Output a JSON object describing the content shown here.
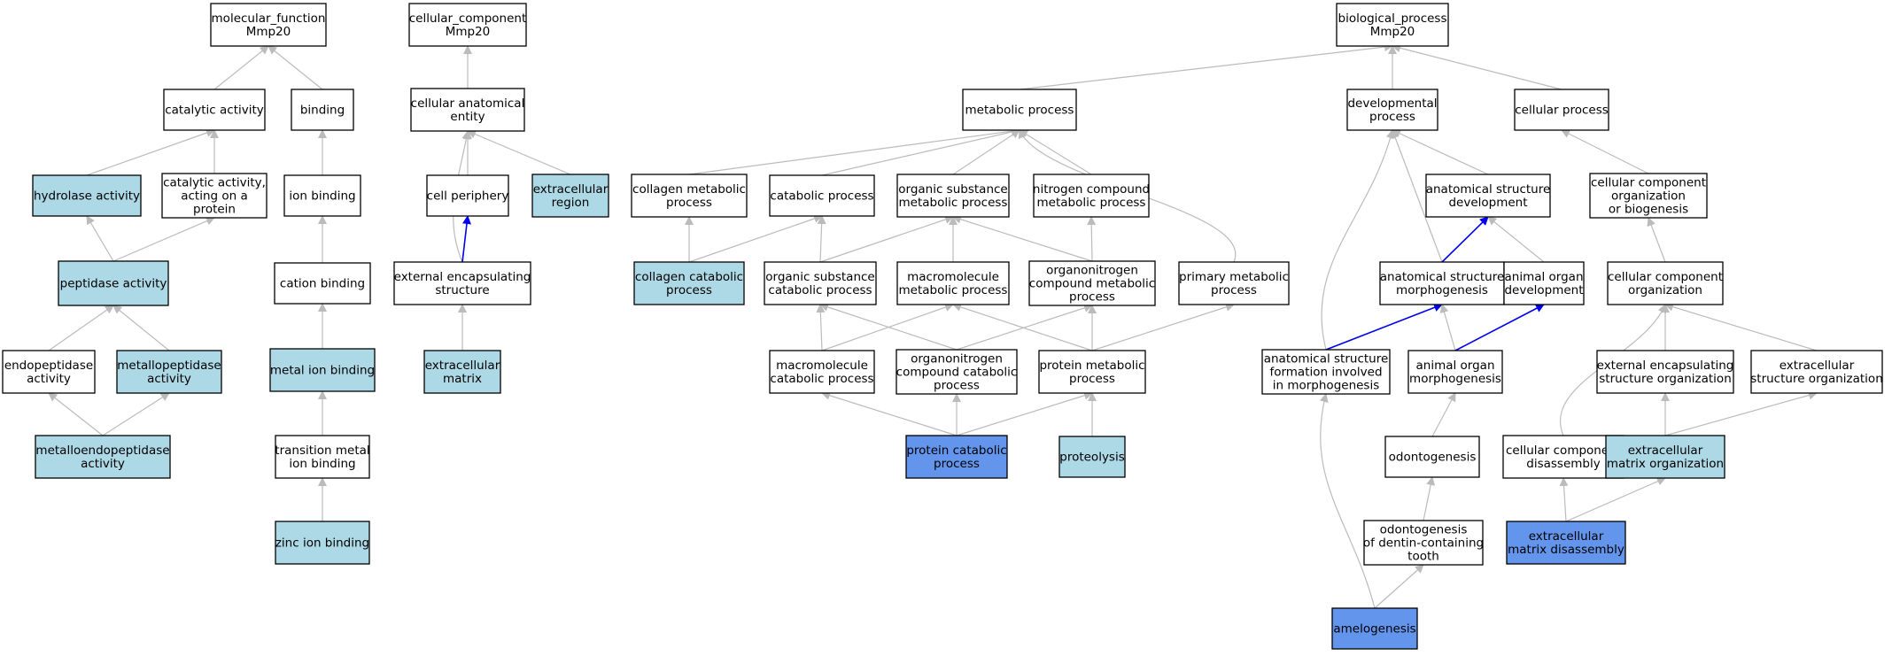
{
  "colors": {
    "default_fill": "#ffffff",
    "light_fill": "#add8e6",
    "dark_fill": "#6495ed",
    "edge_gray": "#bbbbbb",
    "edge_blue": "#0000ee"
  },
  "nodes": [
    {
      "id": "mf_root",
      "lines": [
        "molecular_function",
        "Mmp20"
      ],
      "fill": "white"
    },
    {
      "id": "catalytic_activity",
      "lines": [
        "catalytic activity"
      ],
      "fill": "white"
    },
    {
      "id": "binding",
      "lines": [
        "binding"
      ],
      "fill": "white"
    },
    {
      "id": "hydrolase_activity",
      "lines": [
        "hydrolase activity"
      ],
      "fill": "light"
    },
    {
      "id": "catalytic_activity_protein",
      "lines": [
        "catalytic activity,",
        "acting on a",
        "protein"
      ],
      "fill": "white"
    },
    {
      "id": "ion_binding",
      "lines": [
        "ion binding"
      ],
      "fill": "white"
    },
    {
      "id": "peptidase_activity",
      "lines": [
        "peptidase activity"
      ],
      "fill": "light"
    },
    {
      "id": "cation_binding",
      "lines": [
        "cation binding"
      ],
      "fill": "white"
    },
    {
      "id": "endopeptidase_activity",
      "lines": [
        "endopeptidase",
        "activity"
      ],
      "fill": "white"
    },
    {
      "id": "metallopeptidase_activity",
      "lines": [
        "metallopeptidase",
        "activity"
      ],
      "fill": "light"
    },
    {
      "id": "metal_ion_binding",
      "lines": [
        "metal ion binding"
      ],
      "fill": "light"
    },
    {
      "id": "metalloendopeptidase_activity",
      "lines": [
        "metalloendopeptidase",
        "activity"
      ],
      "fill": "light"
    },
    {
      "id": "transition_metal_ion_binding",
      "lines": [
        "transition metal",
        "ion binding"
      ],
      "fill": "white"
    },
    {
      "id": "zinc_ion_binding",
      "lines": [
        "zinc ion binding"
      ],
      "fill": "light"
    },
    {
      "id": "cc_root",
      "lines": [
        "cellular_component",
        "Mmp20"
      ],
      "fill": "white"
    },
    {
      "id": "cellular_anatomical_entity",
      "lines": [
        "cellular anatomical",
        "entity"
      ],
      "fill": "white"
    },
    {
      "id": "cell_periphery",
      "lines": [
        "cell periphery"
      ],
      "fill": "white"
    },
    {
      "id": "extracellular_region",
      "lines": [
        "extracellular",
        "region"
      ],
      "fill": "light"
    },
    {
      "id": "external_encapsulating_structure",
      "lines": [
        "external encapsulating",
        "structure"
      ],
      "fill": "white"
    },
    {
      "id": "extracellular_matrix",
      "lines": [
        "extracellular",
        "matrix"
      ],
      "fill": "light"
    },
    {
      "id": "bp_root",
      "lines": [
        "biological_process",
        "Mmp20"
      ],
      "fill": "white"
    },
    {
      "id": "metabolic_process",
      "lines": [
        "metabolic process"
      ],
      "fill": "white"
    },
    {
      "id": "developmental_process",
      "lines": [
        "developmental",
        "process"
      ],
      "fill": "white"
    },
    {
      "id": "cellular_process",
      "lines": [
        "cellular process"
      ],
      "fill": "white"
    },
    {
      "id": "collagen_metabolic_process",
      "lines": [
        "collagen metabolic",
        "process"
      ],
      "fill": "white"
    },
    {
      "id": "catabolic_process",
      "lines": [
        "catabolic process"
      ],
      "fill": "white"
    },
    {
      "id": "organic_substance_metabolic_process",
      "lines": [
        "organic substance",
        "metabolic process"
      ],
      "fill": "white"
    },
    {
      "id": "nitrogen_compound_metabolic_process",
      "lines": [
        "nitrogen compound",
        "metabolic process"
      ],
      "fill": "white"
    },
    {
      "id": "anatomical_structure_development",
      "lines": [
        "anatomical structure",
        "development"
      ],
      "fill": "white"
    },
    {
      "id": "cellular_component_organization_or_biogenesis",
      "lines": [
        "cellular component",
        "organization",
        "or biogenesis"
      ],
      "fill": "white"
    },
    {
      "id": "collagen_catabolic_process",
      "lines": [
        "collagen catabolic",
        "process"
      ],
      "fill": "light"
    },
    {
      "id": "organic_substance_catabolic_process",
      "lines": [
        "organic substance",
        "catabolic process"
      ],
      "fill": "white"
    },
    {
      "id": "macromolecule_metabolic_process",
      "lines": [
        "macromolecule",
        "metabolic process"
      ],
      "fill": "white"
    },
    {
      "id": "organonitrogen_compound_metabolic_process",
      "lines": [
        "organonitrogen",
        "compound metabolic",
        "process"
      ],
      "fill": "white"
    },
    {
      "id": "primary_metabolic_process",
      "lines": [
        "primary metabolic",
        "process"
      ],
      "fill": "white"
    },
    {
      "id": "anatomical_structure_morphogenesis",
      "lines": [
        "anatomical structure",
        "morphogenesis"
      ],
      "fill": "white"
    },
    {
      "id": "animal_organ_development",
      "lines": [
        "animal organ",
        "development"
      ],
      "fill": "white"
    },
    {
      "id": "cellular_component_organization",
      "lines": [
        "cellular component",
        "organization"
      ],
      "fill": "white"
    },
    {
      "id": "macromolecule_catabolic_process",
      "lines": [
        "macromolecule",
        "catabolic process"
      ],
      "fill": "white"
    },
    {
      "id": "organonitrogen_compound_catabolic_process",
      "lines": [
        "organonitrogen",
        "compound catabolic",
        "process"
      ],
      "fill": "white"
    },
    {
      "id": "protein_metabolic_process",
      "lines": [
        "protein metabolic",
        "process"
      ],
      "fill": "white"
    },
    {
      "id": "anatomical_structure_formation_in_morphogenesis",
      "lines": [
        "anatomical structure",
        "formation involved",
        "in morphogenesis"
      ],
      "fill": "white"
    },
    {
      "id": "animal_organ_morphogenesis",
      "lines": [
        "animal organ",
        "morphogenesis"
      ],
      "fill": "white"
    },
    {
      "id": "external_encapsulating_structure_organization",
      "lines": [
        "external encapsulating",
        "structure organization"
      ],
      "fill": "white"
    },
    {
      "id": "extracellular_structure_organization",
      "lines": [
        "extracellular",
        "structure organization"
      ],
      "fill": "white"
    },
    {
      "id": "protein_catabolic_process",
      "lines": [
        "protein catabolic",
        "process"
      ],
      "fill": "dark"
    },
    {
      "id": "proteolysis",
      "lines": [
        "proteolysis"
      ],
      "fill": "light"
    },
    {
      "id": "odontogenesis",
      "lines": [
        "odontogenesis"
      ],
      "fill": "white"
    },
    {
      "id": "cellular_component_disassembly",
      "lines": [
        "cellular component",
        "disassembly"
      ],
      "fill": "white"
    },
    {
      "id": "extracellular_matrix_organization",
      "lines": [
        "extracellular",
        "matrix organization"
      ],
      "fill": "light"
    },
    {
      "id": "extracellular_matrix_disassembly",
      "lines": [
        "extracellular",
        "matrix disassembly"
      ],
      "fill": "dark"
    },
    {
      "id": "odontogenesis_dentin",
      "lines": [
        "odontogenesis",
        "of dentin-containing",
        "tooth"
      ],
      "fill": "white"
    },
    {
      "id": "amelogenesis",
      "lines": [
        "amelogenesis"
      ],
      "fill": "dark"
    }
  ],
  "edges": [
    {
      "from": "catalytic_activity",
      "to": "mf_root",
      "color": "gray"
    },
    {
      "from": "binding",
      "to": "mf_root",
      "color": "gray"
    },
    {
      "from": "hydrolase_activity",
      "to": "catalytic_activity",
      "color": "gray"
    },
    {
      "from": "catalytic_activity_protein",
      "to": "catalytic_activity",
      "color": "gray"
    },
    {
      "from": "ion_binding",
      "to": "binding",
      "color": "gray"
    },
    {
      "from": "peptidase_activity",
      "to": "hydrolase_activity",
      "color": "gray"
    },
    {
      "from": "peptidase_activity",
      "to": "catalytic_activity_protein",
      "color": "gray"
    },
    {
      "from": "cation_binding",
      "to": "ion_binding",
      "color": "gray"
    },
    {
      "from": "endopeptidase_activity",
      "to": "peptidase_activity",
      "color": "gray"
    },
    {
      "from": "metallopeptidase_activity",
      "to": "peptidase_activity",
      "color": "gray"
    },
    {
      "from": "metal_ion_binding",
      "to": "cation_binding",
      "color": "gray"
    },
    {
      "from": "metalloendopeptidase_activity",
      "to": "endopeptidase_activity",
      "color": "gray"
    },
    {
      "from": "metalloendopeptidase_activity",
      "to": "metallopeptidase_activity",
      "color": "gray"
    },
    {
      "from": "transition_metal_ion_binding",
      "to": "metal_ion_binding",
      "color": "gray"
    },
    {
      "from": "zinc_ion_binding",
      "to": "transition_metal_ion_binding",
      "color": "gray"
    },
    {
      "from": "cellular_anatomical_entity",
      "to": "cc_root",
      "color": "gray"
    },
    {
      "from": "cell_periphery",
      "to": "cellular_anatomical_entity",
      "color": "gray"
    },
    {
      "from": "extracellular_region",
      "to": "cellular_anatomical_entity",
      "color": "gray"
    },
    {
      "from": "external_encapsulating_structure",
      "to": "cellular_anatomical_entity",
      "color": "gray",
      "curve": "left"
    },
    {
      "from": "external_encapsulating_structure",
      "to": "cell_periphery",
      "color": "blue"
    },
    {
      "from": "extracellular_matrix",
      "to": "external_encapsulating_structure",
      "color": "gray"
    },
    {
      "from": "metabolic_process",
      "to": "bp_root",
      "color": "gray"
    },
    {
      "from": "developmental_process",
      "to": "bp_root",
      "color": "gray"
    },
    {
      "from": "cellular_process",
      "to": "bp_root",
      "color": "gray"
    },
    {
      "from": "collagen_metabolic_process",
      "to": "metabolic_process",
      "color": "gray"
    },
    {
      "from": "catabolic_process",
      "to": "metabolic_process",
      "color": "gray"
    },
    {
      "from": "organic_substance_metabolic_process",
      "to": "metabolic_process",
      "color": "gray"
    },
    {
      "from": "nitrogen_compound_metabolic_process",
      "to": "metabolic_process",
      "color": "gray"
    },
    {
      "from": "primary_metabolic_process",
      "to": "metabolic_process",
      "color": "gray",
      "curve": "right"
    },
    {
      "from": "anatomical_structure_development",
      "to": "developmental_process",
      "color": "gray"
    },
    {
      "from": "anatomical_structure_morphogenesis",
      "to": "developmental_process",
      "color": "gray"
    },
    {
      "from": "anatomical_structure_formation_in_morphogenesis",
      "to": "developmental_process",
      "color": "gray",
      "curve": "left"
    },
    {
      "from": "cellular_component_organization_or_biogenesis",
      "to": "cellular_process",
      "color": "gray"
    },
    {
      "from": "collagen_catabolic_process",
      "to": "collagen_metabolic_process",
      "color": "gray"
    },
    {
      "from": "collagen_catabolic_process",
      "to": "catabolic_process",
      "color": "gray"
    },
    {
      "from": "organic_substance_catabolic_process",
      "to": "catabolic_process",
      "color": "gray"
    },
    {
      "from": "organic_substance_catabolic_process",
      "to": "organic_substance_metabolic_process",
      "color": "gray"
    },
    {
      "from": "macromolecule_metabolic_process",
      "to": "organic_substance_metabolic_process",
      "color": "gray"
    },
    {
      "from": "organonitrogen_compound_metabolic_process",
      "to": "organic_substance_metabolic_process",
      "color": "gray"
    },
    {
      "from": "organonitrogen_compound_metabolic_process",
      "to": "nitrogen_compound_metabolic_process",
      "color": "gray"
    },
    {
      "from": "anatomical_structure_morphogenesis",
      "to": "anatomical_structure_development",
      "color": "blue"
    },
    {
      "from": "animal_organ_development",
      "to": "anatomical_structure_development",
      "color": "gray"
    },
    {
      "from": "cellular_component_organization",
      "to": "cellular_component_organization_or_biogenesis",
      "color": "gray"
    },
    {
      "from": "macromolecule_catabolic_process",
      "to": "organic_substance_catabolic_process",
      "color": "gray"
    },
    {
      "from": "macromolecule_catabolic_process",
      "to": "macromolecule_metabolic_process",
      "color": "gray"
    },
    {
      "from": "organonitrogen_compound_catabolic_process",
      "to": "organic_substance_catabolic_process",
      "color": "gray"
    },
    {
      "from": "organonitrogen_compound_catabolic_process",
      "to": "organonitrogen_compound_metabolic_process",
      "color": "gray"
    },
    {
      "from": "protein_metabolic_process",
      "to": "macromolecule_metabolic_process",
      "color": "gray"
    },
    {
      "from": "protein_metabolic_process",
      "to": "organonitrogen_compound_metabolic_process",
      "color": "gray"
    },
    {
      "from": "protein_metabolic_process",
      "to": "primary_metabolic_process",
      "color": "gray"
    },
    {
      "from": "anatomical_structure_formation_in_morphogenesis",
      "to": "anatomical_structure_morphogenesis",
      "color": "blue"
    },
    {
      "from": "animal_organ_morphogenesis",
      "to": "anatomical_structure_morphogenesis",
      "color": "gray"
    },
    {
      "from": "animal_organ_morphogenesis",
      "to": "animal_organ_development",
      "color": "blue"
    },
    {
      "from": "external_encapsulating_structure_organization",
      "to": "cellular_component_organization",
      "color": "gray"
    },
    {
      "from": "extracellular_structure_organization",
      "to": "cellular_component_organization",
      "color": "gray"
    },
    {
      "from": "cellular_component_disassembly",
      "to": "cellular_component_organization",
      "color": "gray",
      "curve": "left"
    },
    {
      "from": "protein_catabolic_process",
      "to": "macromolecule_catabolic_process",
      "color": "gray"
    },
    {
      "from": "protein_catabolic_process",
      "to": "organonitrogen_compound_catabolic_process",
      "color": "gray"
    },
    {
      "from": "protein_catabolic_process",
      "to": "protein_metabolic_process",
      "color": "gray"
    },
    {
      "from": "proteolysis",
      "to": "protein_metabolic_process",
      "color": "gray"
    },
    {
      "from": "odontogenesis",
      "to": "animal_organ_morphogenesis",
      "color": "gray"
    },
    {
      "from": "extracellular_matrix_organization",
      "to": "external_encapsulating_structure_organization",
      "color": "gray"
    },
    {
      "from": "extracellular_matrix_organization",
      "to": "extracellular_structure_organization",
      "color": "gray"
    },
    {
      "from": "extracellular_matrix_disassembly",
      "to": "cellular_component_disassembly",
      "color": "gray"
    },
    {
      "from": "extracellular_matrix_disassembly",
      "to": "extracellular_matrix_organization",
      "color": "gray"
    },
    {
      "from": "odontogenesis_dentin",
      "to": "odontogenesis",
      "color": "gray"
    },
    {
      "from": "amelogenesis",
      "to": "odontogenesis_dentin",
      "color": "gray"
    },
    {
      "from": "amelogenesis",
      "to": "anatomical_structure_formation_in_morphogenesis",
      "color": "gray",
      "curve": "left"
    }
  ]
}
